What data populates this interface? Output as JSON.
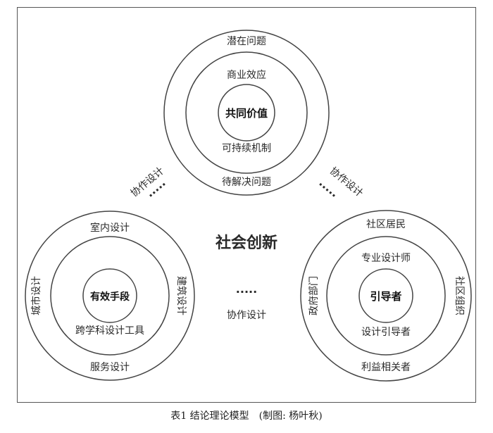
{
  "center_title": "社会创新",
  "top_cluster": {
    "center": "共同价值",
    "inner_top": "商业效应",
    "inner_bottom": "可持续机制",
    "outer_top": "潜在问题",
    "outer_bottom": "待解决问题"
  },
  "left_cluster": {
    "center": "有效手段",
    "inner_bottom": "跨学科设计工具",
    "outer_top": "室内设计",
    "outer_bottom": "服务设计",
    "outer_left": "城市设计",
    "outer_right": "建筑设计"
  },
  "right_cluster": {
    "center": "引导者",
    "inner_top": "专业设计师",
    "inner_bottom": "设计引导者",
    "outer_top": "社区居民",
    "outer_bottom": "利益相关者",
    "outer_left": "政府部门",
    "outer_right": "社区组织"
  },
  "connectors": {
    "left": "协作设计",
    "right": "协作设计",
    "bottom": "协作设计",
    "dots": "·····"
  },
  "caption": "表1 结论理论模型　(制图: 杨叶秋)"
}
